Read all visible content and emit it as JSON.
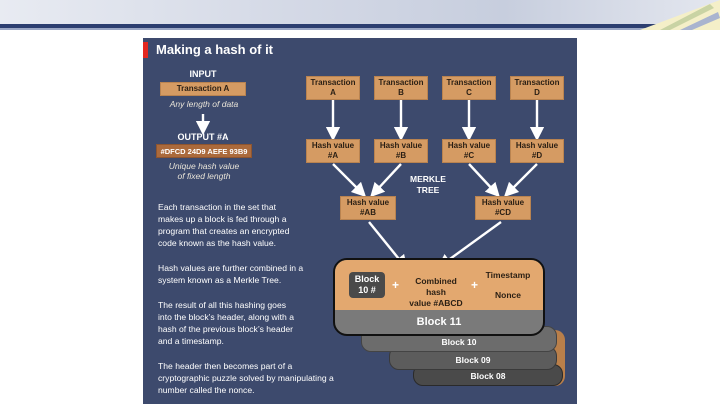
{
  "slide": {
    "title": "Making a hash of it"
  },
  "input_section": {
    "input_label": "INPUT",
    "input_box": "Transaction A",
    "input_note": "Any length of data",
    "output_label": "OUTPUT #A",
    "output_box": "#DFCD 24D9 AEFE 93B9",
    "output_note_line1": "Unique hash value",
    "output_note_line2": "of fixed length"
  },
  "transactions": [
    {
      "line1": "Transaction",
      "line2": "A"
    },
    {
      "line1": "Transaction",
      "line2": "B"
    },
    {
      "line1": "Transaction",
      "line2": "C"
    },
    {
      "line1": "Transaction",
      "line2": "D"
    }
  ],
  "hash_values": [
    {
      "line1": "Hash value",
      "line2": "#A"
    },
    {
      "line1": "Hash value",
      "line2": "#B"
    },
    {
      "line1": "Hash value",
      "line2": "#C"
    },
    {
      "line1": "Hash value",
      "line2": "#D"
    }
  ],
  "combined_hashes": [
    {
      "line1": "Hash value",
      "line2": "#AB"
    },
    {
      "line1": "Hash value",
      "line2": "#CD"
    }
  ],
  "merkle": {
    "line1": "MERKLE",
    "line2": "TREE"
  },
  "paragraphs": [
    [
      "Each transaction in the set that",
      "makes up a block is fed through a",
      "program that creates an encrypted",
      "code known as the hash value."
    ],
    [
      "Hash values are further combined in a",
      "system known as a Merkle Tree."
    ],
    [
      "The result of all this hashing goes",
      "into the block’s header, along with a",
      "hash of the previous block’s header",
      "and a timestamp."
    ],
    [
      "The header then becomes part of a",
      "cryptographic puzzle solved by manipulating a",
      "number called the nonce."
    ]
  ],
  "block_header": {
    "prev_block_line1": "Block",
    "prev_block_line2": "10 #",
    "plus1": "+",
    "combined_line1": "Combined hash",
    "combined_line2": "value #ABCD",
    "plus2": "+",
    "timestamp": "Timestamp",
    "nonce": "Nonce"
  },
  "blocks": {
    "b11": "Block 11",
    "b10": "Block 10",
    "b09": "Block 09",
    "b08": "Block 08"
  },
  "colors": {
    "panel_bg": "#3d4a6d",
    "tan": "#d59b63",
    "hash_brown": "#ab6a3c",
    "accent_red": "#e3261f"
  }
}
